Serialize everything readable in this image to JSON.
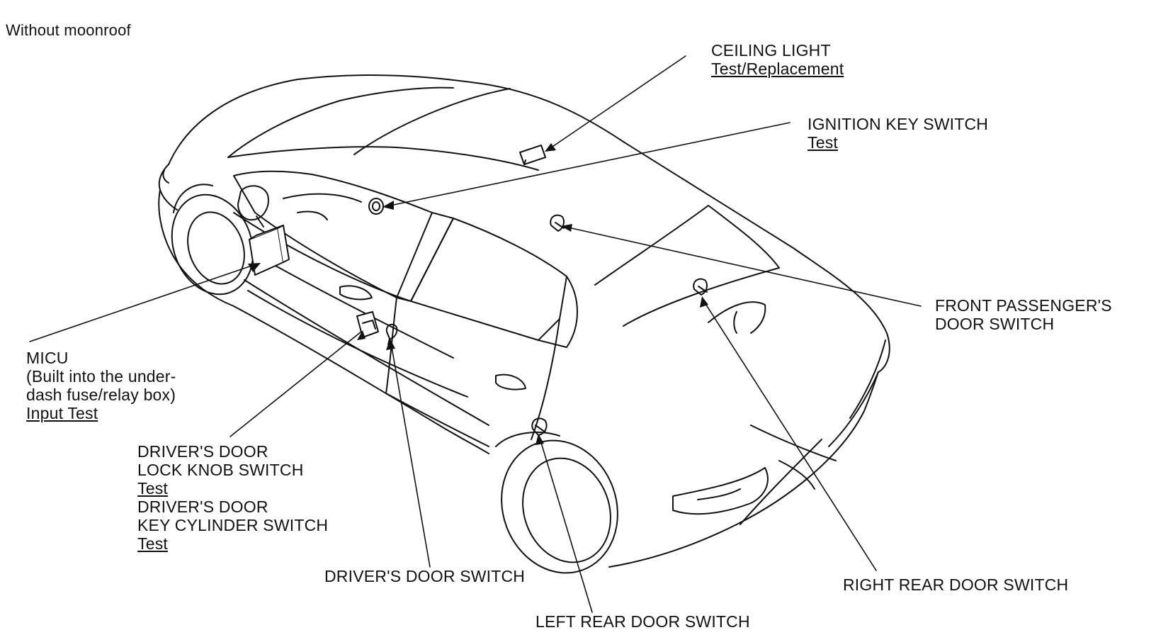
{
  "caption": "Without moonroof",
  "callouts": {
    "ceiling_light": {
      "title": "CEILING LIGHT",
      "link": "Test/Replacement"
    },
    "ignition_key_switch": {
      "title": "IGNITION KEY SWITCH",
      "link": "Test"
    },
    "front_passenger_door_switch": {
      "line1": "FRONT PASSENGER'S",
      "line2": "DOOR SWITCH"
    },
    "micu": {
      "title": "MICU",
      "line2": "(Built into the under-",
      "line3": "dash fuse/relay box)",
      "link": "Input Test"
    },
    "drivers_door_lock_knob": {
      "line1": "DRIVER'S DOOR",
      "line2": "LOCK KNOB SWITCH",
      "link": "Test"
    },
    "drivers_door_key_cylinder": {
      "line1": "DRIVER'S DOOR",
      "line2": "KEY CYLINDER SWITCH",
      "link": "Test"
    },
    "drivers_door_switch": {
      "title": "DRIVER'S DOOR SWITCH"
    },
    "right_rear_door_switch": {
      "title": "RIGHT REAR DOOR SWITCH"
    },
    "left_rear_door_switch": {
      "title": "LEFT REAR DOOR SWITCH"
    }
  },
  "colors": {
    "line": "#111111",
    "background": "#ffffff"
  }
}
